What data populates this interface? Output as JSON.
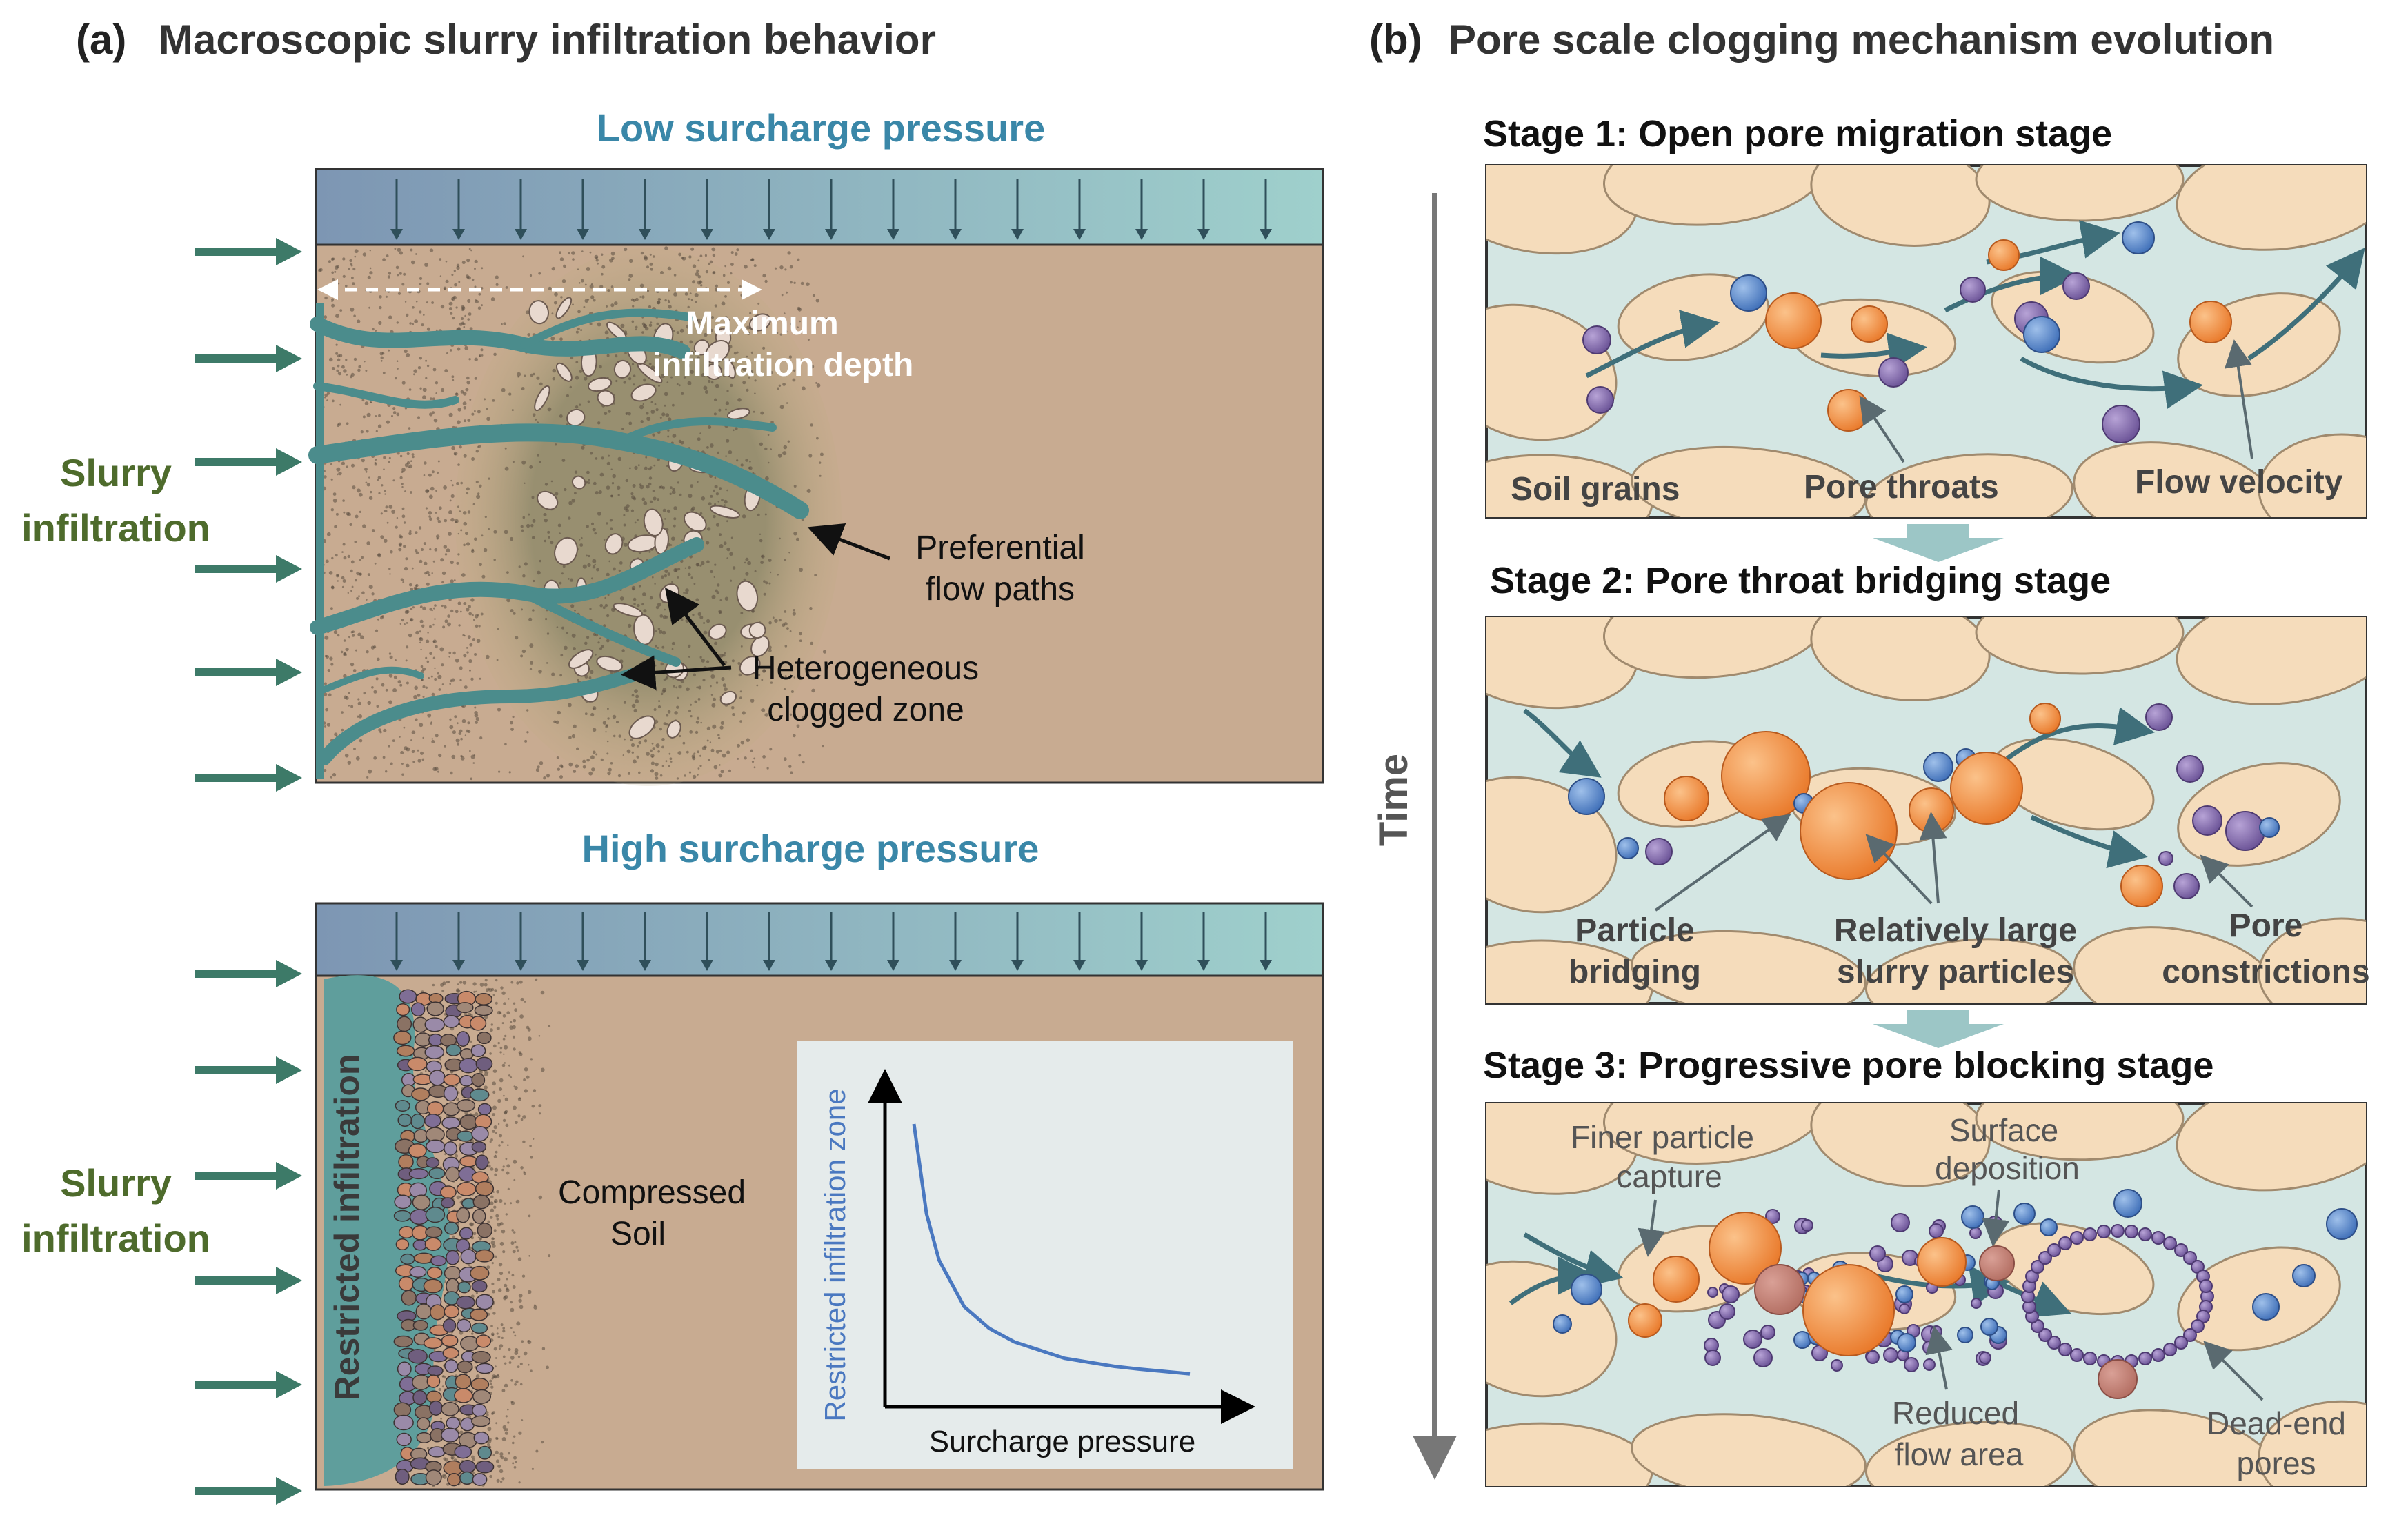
{
  "panel_a": {
    "tag": "(a)",
    "title": "Macroscopic slurry infiltration behavior",
    "low": {
      "title": "Low surcharge pressure",
      "side_label": [
        "Slurry",
        "infiltration"
      ],
      "depth_label": [
        "Maximum",
        "infiltration depth"
      ],
      "preferential_label": [
        "Preferential",
        "flow paths"
      ],
      "clogged_label": [
        "Heterogeneous",
        "clogged zone"
      ]
    },
    "high": {
      "title": "High surcharge pressure",
      "side_label": [
        "Slurry",
        "infiltration"
      ],
      "restricted_label": "Restricted infiltration",
      "compressed_label": [
        "Compressed",
        "Soil"
      ],
      "inset": {
        "ylabel": "Restricted infiltration zone",
        "xlabel": "Surcharge pressure"
      }
    }
  },
  "panel_b": {
    "tag": "(b)",
    "title": "Pore scale clogging mechanism evolution",
    "time_label": "Time",
    "stage1": {
      "title": "Stage 1: Open pore migration stage",
      "labels": [
        "Soil grains",
        "Pore throats",
        "Flow velocity"
      ]
    },
    "stage2": {
      "title": "Stage 2: Pore throat bridging stage",
      "bridging": [
        "Particle",
        "bridging"
      ],
      "large": [
        "Relatively large",
        "slurry particles"
      ],
      "constrictions": [
        "Pore",
        "constrictions"
      ]
    },
    "stage3": {
      "title": "Stage 3: Progressive pore blocking stage",
      "finer": [
        "Finer particle",
        "capture"
      ],
      "surface": [
        "Surface",
        "deposition"
      ],
      "reduced": [
        "Reduced",
        "flow area"
      ],
      "deadend": [
        "Dead-end",
        "pores"
      ]
    }
  },
  "colors": {
    "teal_arrow": "#3d7a68",
    "olive_text": "#4e6b2c",
    "blue_title": "#3a87a8",
    "soil": "#c8ab91",
    "pore_fluid": "#d4e6e3",
    "grain": "#f5dcbb",
    "orange_particle": "#f08a35",
    "blue_particle": "#4d7ec6",
    "purple_particle": "#7e67a6",
    "inset_curve": "#4a78c0"
  },
  "chart_data": {
    "type": "line",
    "title": "",
    "xlabel": "Surcharge pressure",
    "ylabel": "Restricted infiltration zone",
    "axes_numeric_ticks": false,
    "x": [
      1,
      1.5,
      2,
      3,
      4,
      5,
      6,
      7,
      8,
      9,
      10,
      12
    ],
    "series": [
      {
        "values": [
          1.0,
          0.67,
          0.5,
          0.33,
          0.25,
          0.2,
          0.17,
          0.14,
          0.125,
          0.11,
          0.1,
          0.083
        ]
      }
    ]
  }
}
